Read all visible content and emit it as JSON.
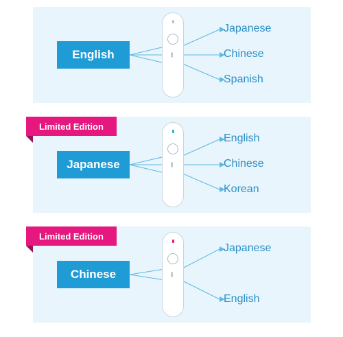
{
  "panels": [
    {
      "source": "English",
      "targets": [
        "Japanese",
        "Chinese",
        "Spanish"
      ],
      "badge": "",
      "device_dot_color": "#b9c4ca"
    },
    {
      "source": "Japanese",
      "targets": [
        "English",
        "Chinese",
        "Korean"
      ],
      "badge": "Limited Edition",
      "device_dot_color": "#22b5c9"
    },
    {
      "source": "Chinese",
      "targets": [
        "Japanese",
        "English"
      ],
      "badge": "Limited Edition",
      "device_dot_color": "#e6177e"
    }
  ],
  "colors": {
    "panel_bg": "#e8f5fc",
    "source_box": "#1f9bd6",
    "target_text": "#2b8fc6",
    "wire": "#5fb8e2",
    "badge": "#e6177e"
  }
}
